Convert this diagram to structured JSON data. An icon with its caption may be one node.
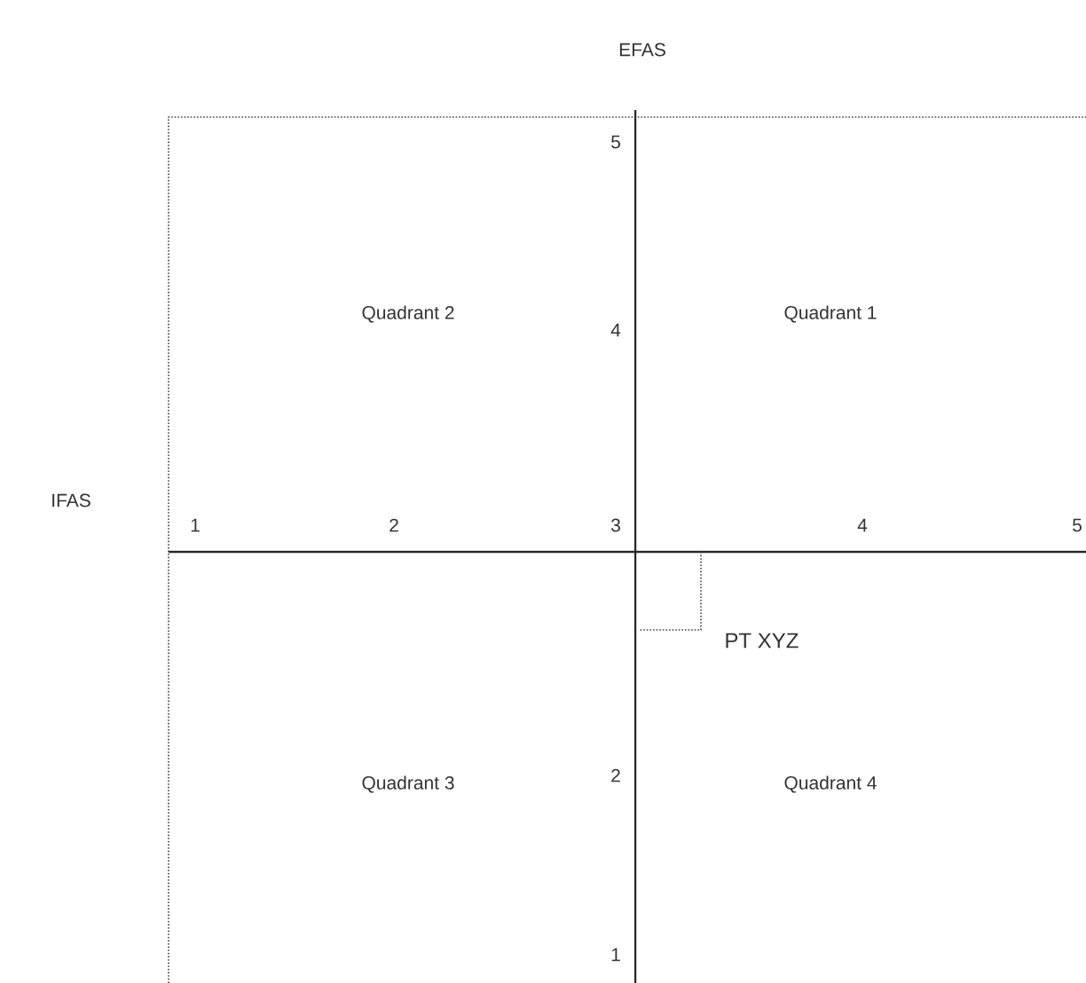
{
  "diagram": {
    "labels": [
      "EFAS",
      "5",
      "Quadrant 2",
      "4",
      "Quadrant 1",
      "IFAS",
      "1",
      "2",
      "3",
      "4",
      "5",
      "PT XYZ",
      "Quadrant 3",
      "2",
      "Quadrant 4",
      "1"
    ]
  }
}
